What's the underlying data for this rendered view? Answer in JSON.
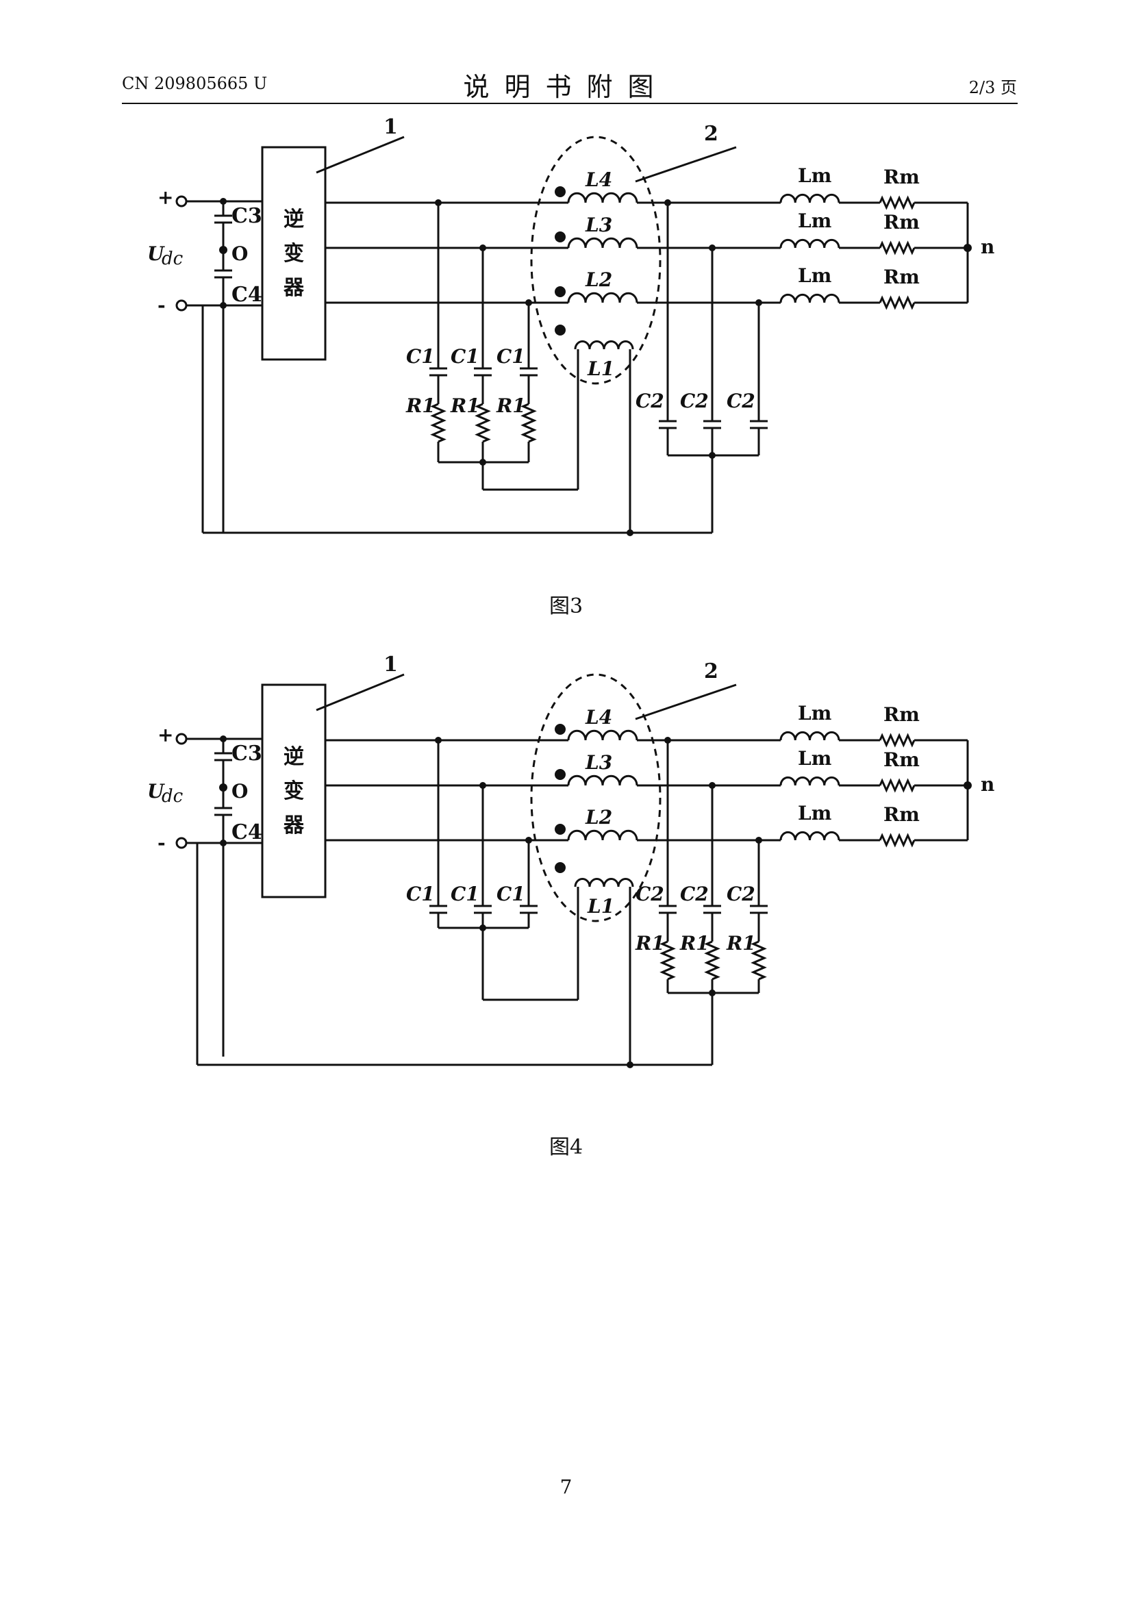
{
  "header": {
    "left": "CN 209805665 U",
    "title": "说明书附图",
    "right": "2/3 页"
  },
  "figures": [
    {
      "caption": "图3",
      "labels": {
        "block_num": "1",
        "ring_num": "2",
        "inverter": [
          "逆",
          "变",
          "器"
        ],
        "plus": "+",
        "minus": "-",
        "udc": "U",
        "udc_sub": "dc",
        "c3": "C3",
        "c4": "C4",
        "o": "O",
        "l4": "L4",
        "l3": "L3",
        "l2": "L2",
        "l1": "L1",
        "lm": "Lm",
        "rm": "Rm",
        "n": "n",
        "c1": "C1",
        "r1": "R1",
        "c2": "C2"
      }
    },
    {
      "caption": "图4",
      "labels": {
        "block_num": "1",
        "ring_num": "2",
        "inverter": [
          "逆",
          "变",
          "器"
        ],
        "plus": "+",
        "minus": "-",
        "udc": "U",
        "udc_sub": "dc",
        "c3": "C3",
        "c4": "C4",
        "o": "O",
        "l4": "L4",
        "l3": "L3",
        "l2": "L2",
        "l1": "L1",
        "lm": "Lm",
        "rm": "Rm",
        "n": "n",
        "c1": "C1",
        "r1": "R1",
        "c2": "C2"
      }
    }
  ],
  "footer": {
    "page_number": "7"
  }
}
